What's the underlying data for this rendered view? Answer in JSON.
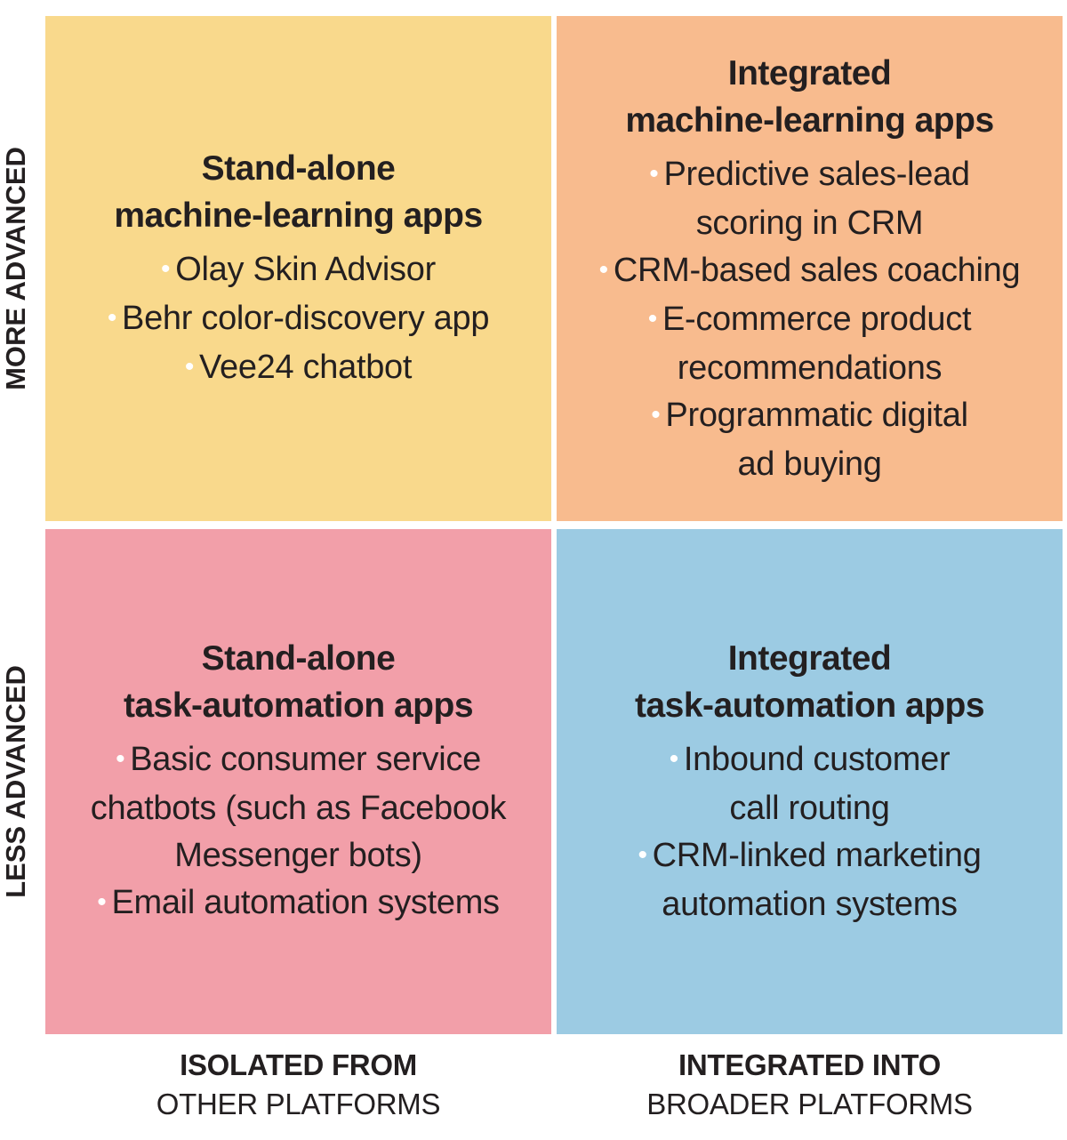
{
  "colors": {
    "top_left": "#f9d98c",
    "top_right": "#f8bb8e",
    "bottom_left": "#f29fa9",
    "bottom_right": "#9ccbe3"
  },
  "y_axis": {
    "top": "MORE ADVANCED",
    "bottom": "LESS ADVANCED"
  },
  "x_axis": {
    "left": {
      "bold": "ISOLATED FROM",
      "regular": "OTHER PLATFORMS"
    },
    "right": {
      "bold": "INTEGRATED INTO",
      "regular": "BROADER PLATFORMS"
    }
  },
  "quadrants": {
    "top_left": {
      "title": [
        "Stand-alone",
        "machine-learning apps"
      ],
      "items": [
        [
          "Olay Skin Advisor"
        ],
        [
          "Behr color-discovery app"
        ],
        [
          "Vee24 chatbot"
        ]
      ]
    },
    "top_right": {
      "title": [
        "Integrated",
        "machine-learning apps"
      ],
      "items": [
        [
          "Predictive sales-lead",
          "scoring in CRM"
        ],
        [
          "CRM-based sales coaching"
        ],
        [
          "E-commerce product",
          "recommendations"
        ],
        [
          "Programmatic digital",
          "ad buying"
        ]
      ]
    },
    "bottom_left": {
      "title": [
        "Stand-alone",
        "task-automation apps"
      ],
      "items": [
        [
          "Basic consumer service",
          "chatbots (such as Facebook",
          "Messenger bots)"
        ],
        [
          "Email automation systems"
        ]
      ]
    },
    "bottom_right": {
      "title": [
        "Integrated",
        "task-automation apps"
      ],
      "items": [
        [
          "Inbound customer",
          "call routing"
        ],
        [
          "CRM-linked marketing",
          "automation systems"
        ]
      ]
    }
  }
}
